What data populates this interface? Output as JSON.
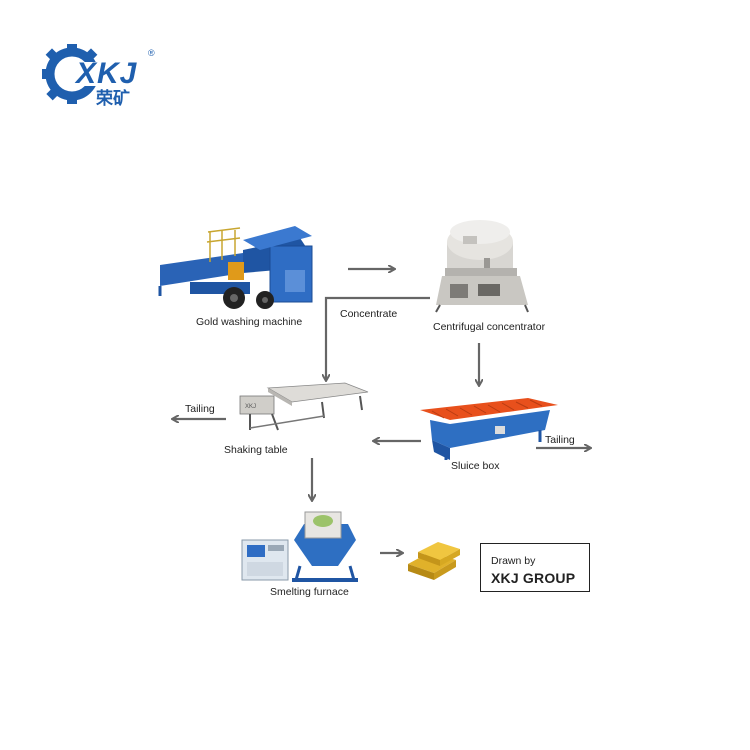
{
  "logo": {
    "wordmark": "XKJ",
    "subtitle": "荣矿",
    "registered": "®",
    "color": "#1f5fae"
  },
  "nodes": {
    "gold_washing": "Gold washing machine",
    "centrifugal": "Centrifugal concentrator",
    "shaking_table": "Shaking table",
    "sluice_box": "Sluice box",
    "smelting": "Smelting furnace"
  },
  "edges": {
    "concentrate": "Concentrate",
    "tailing_left": "Tailing",
    "tailing_right": "Tailing"
  },
  "credit": {
    "line1": "Drawn by",
    "line2": "XKJ GROUP"
  },
  "colors": {
    "arrow": "#666666",
    "machine_blue": "#2a63b6",
    "sluice_orange": "#e8501c",
    "gold": "#e0b12a"
  }
}
